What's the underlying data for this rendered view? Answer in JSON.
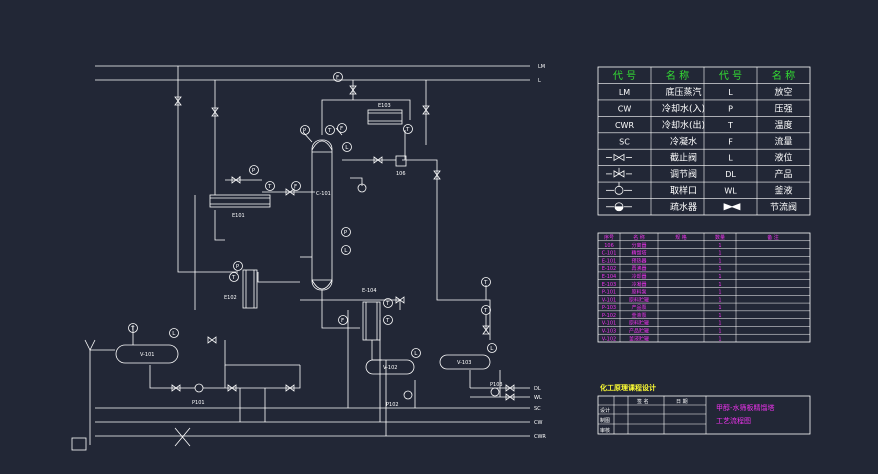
{
  "colors": {
    "background": "#222736",
    "line": "#ffffff",
    "legend_header": "#33dd33",
    "table_text": "#ee33ee",
    "title_text": "#ffff33",
    "drawing_title": "#ee33ee"
  },
  "lines": {
    "LM": "LM",
    "L": "L",
    "DL": "DL",
    "WL": "WL",
    "SC": "SC",
    "CW": "CW",
    "CWR": "CWR"
  },
  "equipment": {
    "E103": "E103",
    "C101": "C-101",
    "E101": "E101",
    "E102": "E102",
    "E104": "E-104",
    "V101": "V-101",
    "V102": "V-102",
    "V103": "V-103",
    "P101": "P101",
    "P102": "P102",
    "P103": "P103",
    "n106": "106"
  },
  "instruments": {
    "P": "P",
    "T": "T",
    "F": "F",
    "L": "L"
  },
  "legend": {
    "headers": [
      "代 号",
      "名 称",
      "代 号",
      "名 称"
    ],
    "rows": [
      [
        "LM",
        "底压蒸汽",
        "L",
        "放空"
      ],
      [
        "CW",
        "冷却水(入)",
        "P",
        "压强"
      ],
      [
        "CWR",
        "冷却水(出)",
        "T",
        "温度"
      ],
      [
        "SC",
        "冷凝水",
        "F",
        "流量"
      ],
      [
        "",
        "截止阀",
        "L",
        "液位"
      ],
      [
        "",
        "调节阀",
        "DL",
        "产品"
      ],
      [
        "",
        "取样口",
        "WL",
        "釜液"
      ],
      [
        "",
        "疏水器",
        "",
        "节流阀"
      ]
    ]
  },
  "equipment_list": {
    "headers": [
      "序号",
      "名 称",
      "规 格",
      "数量",
      "备 注"
    ],
    "rows": [
      [
        "106",
        "分离器",
        "",
        "1",
        ""
      ],
      [
        "C-101",
        "精馏塔",
        "",
        "1",
        ""
      ],
      [
        "E-101",
        "预热器",
        "",
        "1",
        ""
      ],
      [
        "E-102",
        "再沸器",
        "",
        "1",
        ""
      ],
      [
        "E-104",
        "冷却器",
        "",
        "1",
        ""
      ],
      [
        "E-103",
        "冷凝器",
        "",
        "1",
        ""
      ],
      [
        "P-101",
        "原料泵",
        "",
        "1",
        ""
      ],
      [
        "V-101",
        "原料贮罐",
        "",
        "1",
        ""
      ],
      [
        "P-103",
        "产品泵",
        "",
        "1",
        ""
      ],
      [
        "P-102",
        "釜液泵",
        "",
        "1",
        ""
      ],
      [
        "V-101",
        "原料贮罐",
        "",
        "1",
        ""
      ],
      [
        "V-103",
        "产品贮罐",
        "",
        "1",
        ""
      ],
      [
        "V-102",
        "釜液贮罐",
        "",
        "1",
        ""
      ]
    ]
  },
  "title_block": {
    "heading": "化工原理课程设计",
    "columns": [
      "签 名",
      "日 期"
    ],
    "roles": [
      "设计",
      "制图",
      "审核"
    ],
    "names": [
      "",
      "",
      ""
    ],
    "dates": [
      "",
      "",
      ""
    ],
    "drawing_title_1": "甲醇-水筛板精馏塔",
    "drawing_title_2": "工艺流程图"
  }
}
